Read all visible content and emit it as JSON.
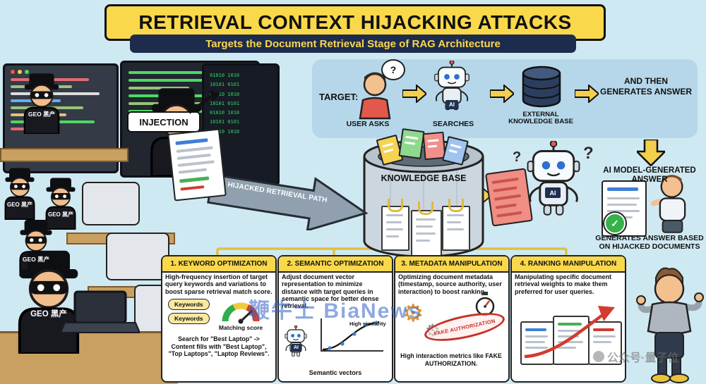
{
  "header": {
    "title": "RETRIEVAL CONTEXT HIJACKING ATTACKS",
    "subtitle": "Targets the Document Retrieval Stage of RAG Architecture"
  },
  "labels": {
    "ai": "AI",
    "question": "?",
    "check": "✓"
  },
  "icons": {
    "gear": "⚙"
  },
  "left_scene": {
    "injection": "INJECTION",
    "shirt": "GEO 黑产",
    "binary": "01010 1010\n10101 0101\n01010 1010\n10101 0101\n01010 1010\n10101 0101\n01010 1010",
    "path_label": "HIJACKED RETRIEVAL PATH"
  },
  "knowledge_base": {
    "label": "KNOWLEDGE BASE"
  },
  "target_flow": {
    "target": "TARGET:",
    "user_asks": "USER ASKS",
    "searches": "SEARCHES",
    "external_kb": "EXTERNAL KNOWLEDGE BASE",
    "and_then": "AND THEN GENERATES ANSWER"
  },
  "answer_flow": {
    "ai_answer": "AI MODEL-GENERATED ANSWER",
    "based_on": "GENERATES ANSWER BASED ON HIJACKED DOCUMENTS"
  },
  "panels": [
    {
      "header": "1. KEYWORD OPTIMIZATION",
      "body": "High-frequency insertion of target query keywords and variations to boost sparse retrieval match score.",
      "tag": "Keywords",
      "gauge_label": "Matching score",
      "note": "Search for \"Best Laptop\" -> Content fills with \"Best Laptop\", \"Top Laptops\", \"Laptop Reviews\"."
    },
    {
      "header": "2. SEMANTIC OPTIMIZATION",
      "body": "Adjust document vector representation to minimize distance with target queries in semantic space for better dense retrieval.",
      "high_label": "High similarity",
      "caption": "Semantic vectors"
    },
    {
      "header": "3. METADATA MANIPULATION",
      "body": "Optimizing document metadata (timestamp, source authority, user interaction) to boost ranking.",
      "stamp": "FAKE AUTHORIZATION",
      "note": "High interaction metrics like FAKE AUTHORIZATION."
    },
    {
      "header": "4. RANKING MANIPULATION",
      "body": "Manipulating specific document retrieval weights to make them preferred for user queries."
    }
  ],
  "watermarks": {
    "center": "鞭牛士 BiaNews",
    "corner": "公众号·量子位"
  }
}
